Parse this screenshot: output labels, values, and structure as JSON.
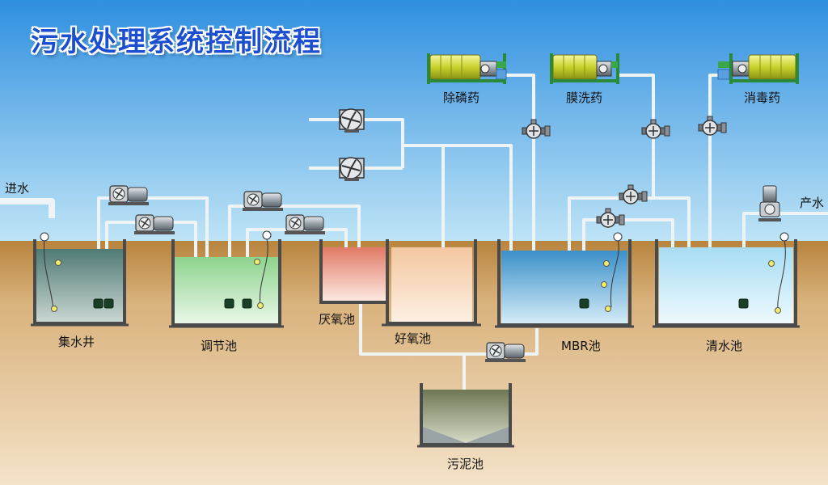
{
  "title": "污水处理系统控制流程",
  "labels": {
    "inlet": "进水",
    "outlet": "产水",
    "collection_well": "集水井",
    "equalization_tank": "调节池",
    "anoxic_tank": "厌氧池",
    "aerobic_tank": "好氧池",
    "mbr_tank": "MBR池",
    "clear_water_tank": "清水池",
    "sludge_tank": "污泥池",
    "dephosphorization_agent": "除磷药",
    "membrane_cleaning_agent": "膜洗药",
    "disinfectant": "消毒药"
  },
  "colors": {
    "sky_top": "#2f8fe0",
    "sky_bottom": "#bfe4f6",
    "ground_top": "#b8843e",
    "ground_bottom": "#f2ddc0",
    "title": "#1c4fd0",
    "pipe": "#eef3f6",
    "tank_wall": "#4a4a4a"
  }
}
